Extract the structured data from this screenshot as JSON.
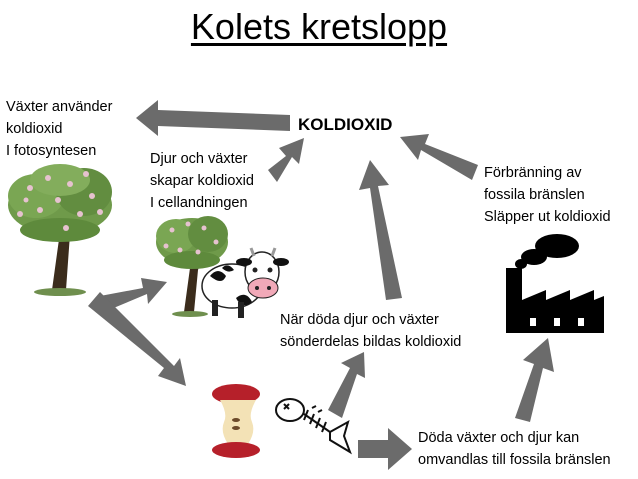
{
  "title": "Kolets kretslopp",
  "center_label": "KOLDIOXID",
  "labels": {
    "photosynthesis": "Växter använder\nkoldioxid\nI fotosyntesen",
    "respiration": "Djur och växter\nskapar koldioxid\nI cellandningen",
    "combustion": "Förbränning av\nfossila bränslen\nSläpper ut koldioxid",
    "decomposition": "När döda djur och växter\nsönderdelas bildas koldioxid",
    "fossil_fuels": "Döda växter och djur kan\nomvandlas till fossila bränslen"
  },
  "icons": [
    "tree-icon",
    "small-tree-icon",
    "cow-icon",
    "apple-core-icon",
    "fish-skeleton-icon",
    "factory-icon"
  ],
  "colors": {
    "arrow": "#6b6b6b",
    "foliage": "#6f9a4a",
    "blossom": "#e6c2cf",
    "trunk": "#3b2c1c"
  }
}
